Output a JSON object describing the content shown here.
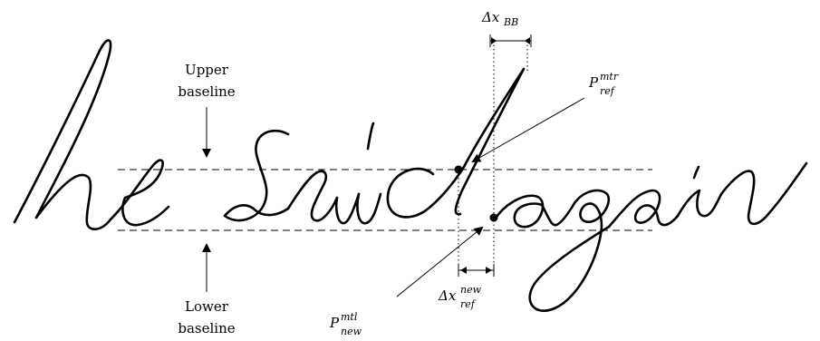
{
  "labels": {
    "upper_baseline_line1": "Upper",
    "upper_baseline_line2": "baseline",
    "lower_baseline_line1": "Lower",
    "lower_baseline_line2": "baseline",
    "delta_bb_base": "Δx",
    "delta_bb_sub": "BB",
    "p_mtr_base": "P",
    "p_mtr_sup": "mtr",
    "p_mtr_sub": "ref",
    "p_mtl_base": "P",
    "p_mtl_sup": "mtl",
    "p_mtl_sub": "new",
    "delta_new_base": "Δx",
    "delta_new_sup": "new",
    "delta_new_sub": "ref"
  },
  "handwriting_words": [
    "he",
    "said",
    "again"
  ]
}
